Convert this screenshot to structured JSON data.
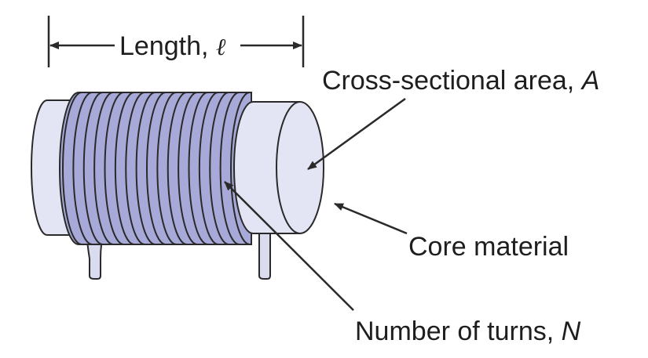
{
  "labels": {
    "length_text": "Length, ",
    "length_symbol": "ℓ",
    "area_text": "Cross-sectional area, ",
    "area_symbol": "A",
    "core_text": "Core material",
    "turns_text": "Number of turns, ",
    "turns_symbol": "N"
  },
  "colors": {
    "core_fill": "#e4e5f4",
    "coil_fill": "#a7aad8",
    "outline": "#2a2a2a",
    "text": "#1e1e1e"
  },
  "coil": {
    "turn_count": 17
  }
}
